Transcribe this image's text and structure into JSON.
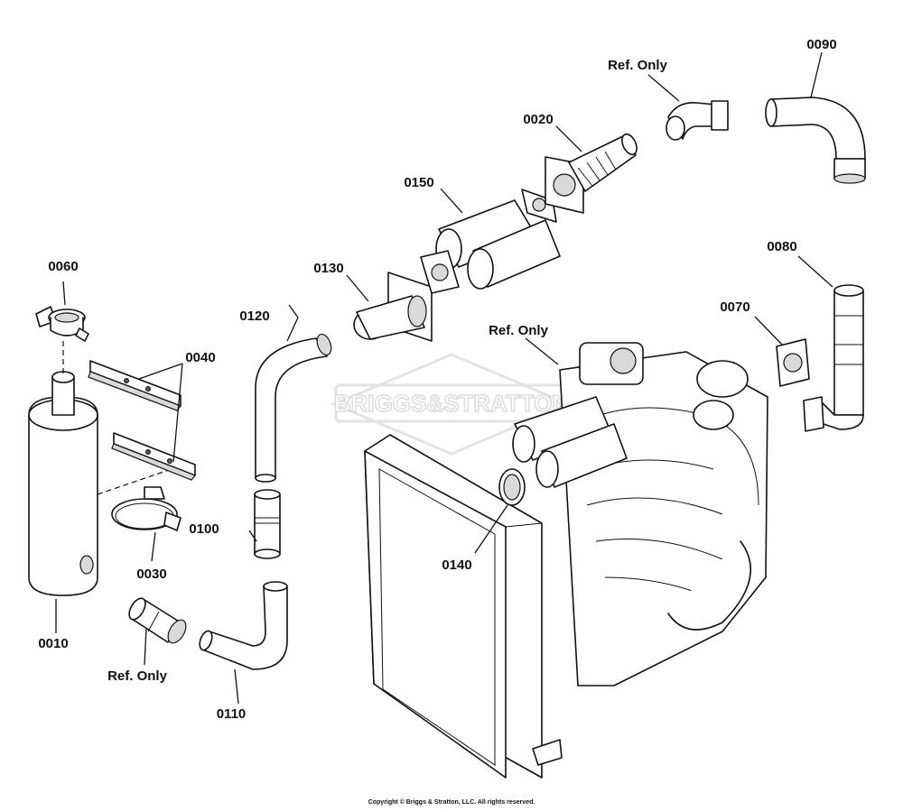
{
  "watermark": {
    "brand": "BRIGGS&STRATTON"
  },
  "callouts": {
    "c0010": "0010",
    "c0020": "0020",
    "c0030": "0030",
    "c0040a": "0040",
    "c0060": "0060",
    "c0070": "0070",
    "c0080": "0080",
    "c0090": "0090",
    "c0100": "0100",
    "c0110": "0110",
    "c0120": "0120",
    "c0130": "0130",
    "c0140": "0140",
    "c0150": "0150",
    "ref_top": "Ref. Only",
    "ref_mid": "Ref. Only",
    "ref_low": "Ref. Only"
  },
  "footer": {
    "copyright": "Copyright © Briggs & Stratton, LLC. All rights reserved."
  }
}
